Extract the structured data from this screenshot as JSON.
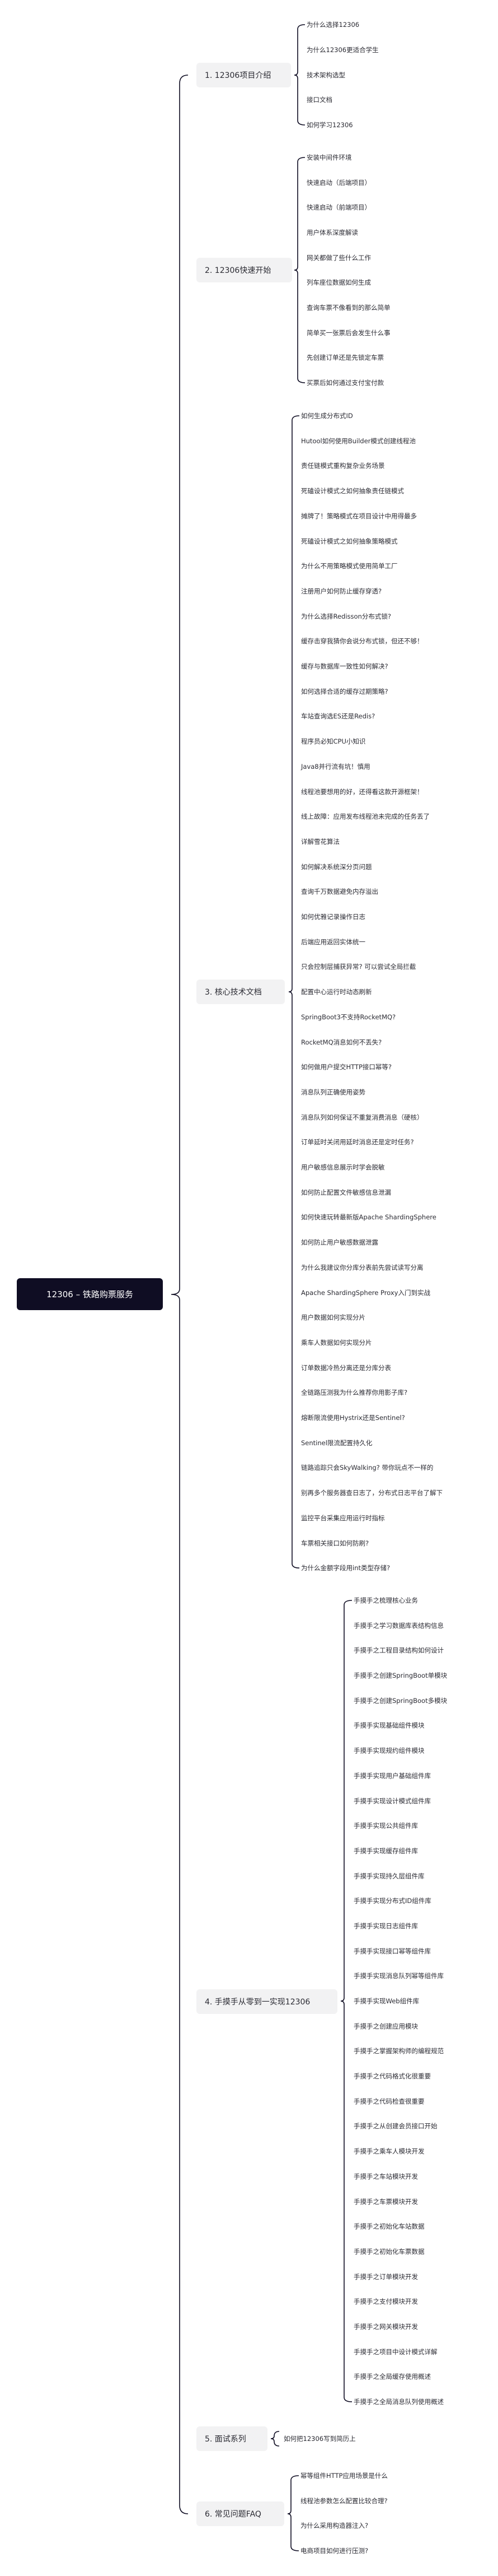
{
  "root": {
    "label": "12306 – 铁路购票服务",
    "color": "#0f0d23"
  },
  "colors": {
    "line": "#0f0d23",
    "branch_bg": "#f2f2f3",
    "text": "#2b2b33"
  },
  "branches": [
    {
      "label": "1. 12306项目介绍",
      "items": [
        "为什么选择12306",
        "为什么12306更适合学生",
        "技术架构选型",
        "接口文档",
        "如何学习12306"
      ]
    },
    {
      "label": "2. 12306快速开始",
      "items": [
        "安装中间件环境",
        "快速启动（后端项目）",
        "快速启动（前端项目）",
        "用户体系深度解读",
        "网关都做了些什么工作",
        "列车座位数据如何生成",
        "查询车票不像看到的那么简单",
        "简单买一张票后会发生什么事",
        "先创建订单还是先锁定车票",
        "买票后如何通过支付宝付款"
      ]
    },
    {
      "label": "3. 核心技术文档",
      "items": [
        "如何生成分布式ID",
        "Hutool如何使用Builder模式创建线程池",
        "责任链模式重构复杂业务场景",
        "死磕设计模式之如何抽象责任链模式",
        "摊牌了！策略模式在项目设计中用得最多",
        "死磕设计模式之如何抽象策略模式",
        "为什么不用策略模式使用简单工厂",
        "注册用户如何防止缓存穿透?",
        "为什么选择Redisson分布式锁?",
        "缓存击穿我猜你会说分布式锁，但还不够！",
        "缓存与数据库一致性如何解决?",
        "如何选择合适的缓存过期策略?",
        "车站查询选ES还是Redis?",
        "程序员必知CPU小知识",
        "Java8并行流有坑！慎用",
        "线程池要想用的好，还得看这款开源框架！",
        "线上故障：应用发布线程池未完成的任务丢了",
        "详解雪花算法",
        "如何解决系统深分页问题",
        "查询千万数据避免内存溢出",
        "如何优雅记录操作日志",
        "后端应用返回实体统一",
        "只会控制层捕获异常? 可以尝试全局拦截",
        "配置中心运行时动态刷新",
        "SpringBoot3不支持RocketMQ?",
        "RocketMQ消息如何不丢失?",
        "如何做用户提交HTTP接口幂等?",
        "消息队列正确使用姿势",
        "消息队列如何保证不重复消费消息（硬核）",
        "订单延时关闭用延时消息还是定时任务?",
        "用户敏感信息展示时学会脱敏",
        "如何防止配置文件敏感信息泄漏",
        "如何快速玩转最新版Apache ShardingSphere",
        "如何防止用户敏感数据泄露",
        "为什么我建议你分库分表前先尝试读写分离",
        "Apache ShardingSphere Proxy入门到实战",
        "用户数据如何实现分片",
        "乘车人数据如何实现分片",
        "订单数据冷热分离还是分库分表",
        "全链路压测我为什么推荐你用影子库?",
        "熔断限流使用Hystrix还是Sentinel?",
        "Sentinel限流配置持久化",
        "链路追踪只会SkyWalking? 带你玩点不一样的",
        "别再多个服务器查日志了，分布式日志平台了解下",
        "监控平台采集应用运行时指标",
        "车票相关接口如何防刷?",
        "为什么金额字段用int类型存储?"
      ]
    },
    {
      "label": "4. 手摸手从零到一实现12306",
      "items": [
        "手摸手之梳理核心业务",
        "手摸手之学习数据库表结构信息",
        "手摸手之工程目录结构如何设计",
        "手摸手之创建SpringBoot单模块",
        "手摸手之创建SpringBoot多模块",
        "手摸手实现基础组件模块",
        "手摸手实现规约组件模块",
        "手摸手实现用户基础组件库",
        "手摸手实现设计模式组件库",
        "手摸手实现公共组件库",
        "手摸手实现缓存组件库",
        "手摸手实现持久层组件库",
        "手摸手实现分布式ID组件库",
        "手摸手实现日志组件库",
        "手摸手实现接口幂等组件库",
        "手摸手实现消息队列幂等组件库",
        "手摸手实现Web组件库",
        "手摸手之创建应用模块",
        "手摸手之掌握架构师的编程规范",
        "手摸手之代码格式化很重要",
        "手摸手之代码检查很重要",
        "手摸手之从创建会员接口开始",
        "手摸手之乘车人模块开发",
        "手摸手之车站模块开发",
        "手摸手之车票模块开发",
        "手摸手之初始化车站数据",
        "手摸手之初始化车票数据",
        "手摸手之订单模块开发",
        "手摸手之支付模块开发",
        "手摸手之网关模块开发",
        "手摸手之项目中设计模式详解",
        "手摸手之全局缓存使用概述",
        "手摸手之全局消息队列使用概述"
      ]
    },
    {
      "label": "5. 面试系列",
      "items": [
        "如何把12306写到简历上"
      ]
    },
    {
      "label": "6. 常见问题FAQ",
      "items": [
        "幂等组件HTTP应用场景是什么",
        "线程池参数怎么配置比较合理?",
        "为什么采用构造器注入?",
        "电商项目如何进行压测?"
      ]
    }
  ]
}
